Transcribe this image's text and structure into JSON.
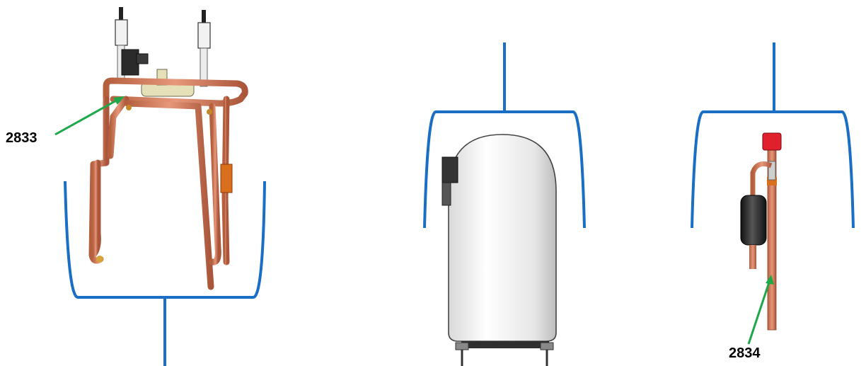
{
  "callouts": [
    {
      "id": "2833",
      "label": "2833"
    },
    {
      "id": "2834",
      "label": "2834"
    }
  ],
  "colors": {
    "bracket": "#1a6fc4",
    "arrow": "#1fa84a",
    "copper": "#d27a58",
    "copper_dark": "#a9563a",
    "tank": "#eeeeee",
    "drier": "#2a2a2a",
    "valve_cap": "#e0202a"
  },
  "parts": [
    "pipe-assembly-2833",
    "accumulator-tank",
    "filter-drier-tube-2834"
  ]
}
